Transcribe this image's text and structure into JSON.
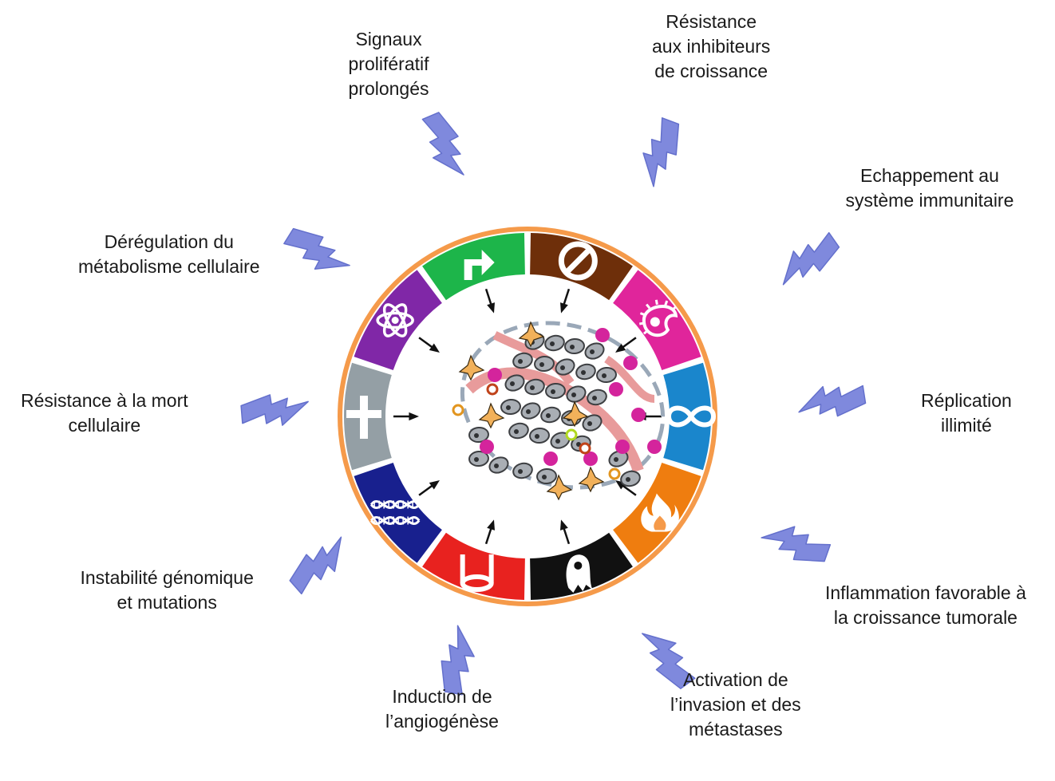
{
  "colors": {
    "ring": "#f59a4a",
    "bolt_fill": "#7f89dd",
    "bolt_stroke": "#6470cc",
    "tumor_outline": "#9aa8b8",
    "arrow": "#111111"
  },
  "hallmarks": [
    {
      "id": "proliferative",
      "icon": "bent-arrow-icon",
      "color": "#1db54a",
      "label_lines": [
        "Signaux",
        "prolifératif",
        "prolongés"
      ]
    },
    {
      "id": "growth-suppressors",
      "icon": "no-entry-icon",
      "color": "#6e2f0a",
      "label_lines": [
        "Résistance",
        "aux inhibiteurs",
        "de croissance"
      ]
    },
    {
      "id": "immune-evasion",
      "icon": "immune-cell-icon",
      "color": "#e0259b",
      "label_lines": [
        "Echappement au",
        "système immunitaire"
      ]
    },
    {
      "id": "replicative-immortality",
      "icon": "infinity-icon",
      "color": "#1a86cc",
      "label_lines": [
        "Réplication",
        "illimité"
      ]
    },
    {
      "id": "inflammation",
      "icon": "flame-icon",
      "color": "#ef7d0f",
      "label_lines": [
        "Inflammation favorable à",
        "la croissance tumorale"
      ]
    },
    {
      "id": "invasion-metastasis",
      "icon": "ghost-cell-icon",
      "color": "#111111",
      "label_lines": [
        "Activation de",
        "l’invasion et des",
        "métastases"
      ]
    },
    {
      "id": "angiogenesis",
      "icon": "vessel-icon",
      "color": "#e8221f",
      "label_lines": [
        "Induction de",
        "l’angiogénèse"
      ]
    },
    {
      "id": "genome-instability",
      "icon": "dna-icon",
      "color": "#18208e",
      "label_lines": [
        "Instabilité génomique",
        "et mutations"
      ]
    },
    {
      "id": "cell-death",
      "icon": "tombstone-cross-icon",
      "color": "#949fa5",
      "label_lines": [
        "Résistance à la mort",
        "cellulaire"
      ]
    },
    {
      "id": "metabolism",
      "icon": "atom-icon",
      "color": "#8027a7",
      "label_lines": [
        "Dérégulation du",
        "métabolisme cellulaire"
      ]
    }
  ]
}
